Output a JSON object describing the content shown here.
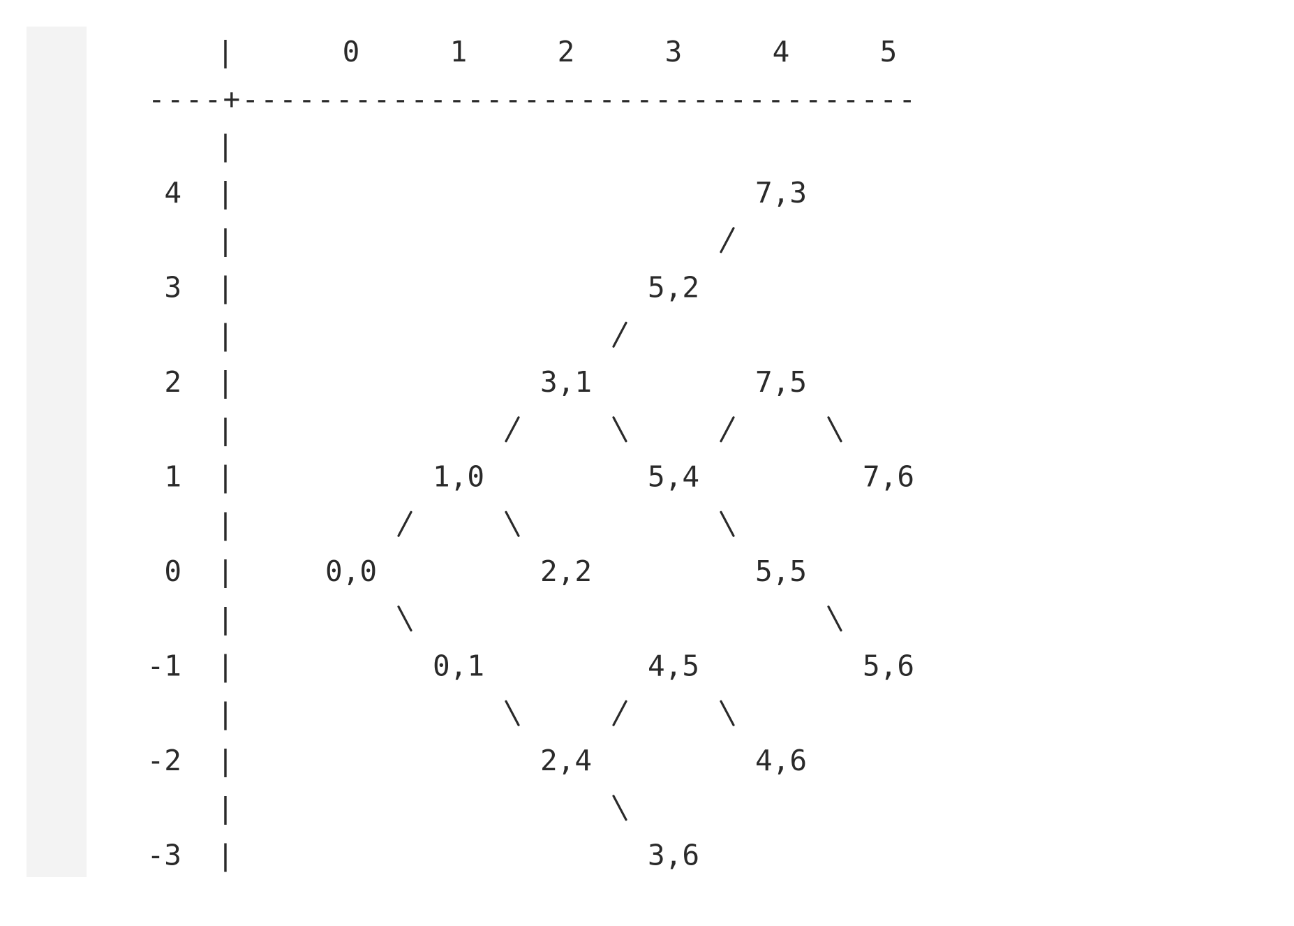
{
  "header": {
    "separator": "|",
    "col_labels": [
      "0",
      "1",
      "2",
      "3",
      "4",
      "5"
    ]
  },
  "divider": {
    "line_text": "----+------------------------------------"
  },
  "row_labels": [
    "4",
    "3",
    "2",
    "1",
    "0",
    "-1",
    "-2",
    "-3"
  ],
  "nodes": [
    {
      "label": "7,3",
      "col": 4,
      "row": 4
    },
    {
      "label": "5,2",
      "col": 3,
      "row": 3
    },
    {
      "label": "3,1",
      "col": 2,
      "row": 2
    },
    {
      "label": "7,5",
      "col": 4,
      "row": 2
    },
    {
      "label": "1,0",
      "col": 1,
      "row": 1
    },
    {
      "label": "5,4",
      "col": 3,
      "row": 1
    },
    {
      "label": "7,6",
      "col": 5,
      "row": 1
    },
    {
      "label": "0,0",
      "col": 0,
      "row": 0
    },
    {
      "label": "2,2",
      "col": 2,
      "row": 0
    },
    {
      "label": "5,5",
      "col": 4,
      "row": 0
    },
    {
      "label": "0,1",
      "col": 1,
      "row": -1
    },
    {
      "label": "4,5",
      "col": 3,
      "row": -1
    },
    {
      "label": "5,6",
      "col": 5,
      "row": -1
    },
    {
      "label": "2,4",
      "col": 2,
      "row": -2
    },
    {
      "label": "4,6",
      "col": 4,
      "row": -2
    },
    {
      "label": "3,6",
      "col": 3,
      "row": -3
    }
  ],
  "edges": [
    {
      "from": "0,0",
      "to": "1,0",
      "glyph": "/"
    },
    {
      "from": "1,0",
      "to": "3,1",
      "glyph": "/"
    },
    {
      "from": "3,1",
      "to": "5,2",
      "glyph": "/"
    },
    {
      "from": "5,2",
      "to": "7,3",
      "glyph": "/"
    },
    {
      "from": "5,4",
      "to": "7,5",
      "glyph": "/"
    },
    {
      "from": "2,4",
      "to": "4,5",
      "glyph": "/"
    },
    {
      "from": "0,0",
      "to": "0,1",
      "glyph": "\\"
    },
    {
      "from": "1,0",
      "to": "2,2",
      "glyph": "\\"
    },
    {
      "from": "3,1",
      "to": "5,4",
      "glyph": "\\"
    },
    {
      "from": "7,5",
      "to": "7,6",
      "glyph": "\\"
    },
    {
      "from": "5,4",
      "to": "5,5",
      "glyph": "\\"
    },
    {
      "from": "5,5",
      "to": "5,6",
      "glyph": "\\"
    },
    {
      "from": "0,1",
      "to": "2,4",
      "glyph": "\\"
    },
    {
      "from": "4,5",
      "to": "4,6",
      "glyph": "\\"
    },
    {
      "from": "2,4",
      "to": "3,6",
      "glyph": "\\"
    }
  ],
  "colors": {
    "ink": "#2a2a2a",
    "gutter": "#f3f3f3",
    "background": "#ffffff"
  }
}
